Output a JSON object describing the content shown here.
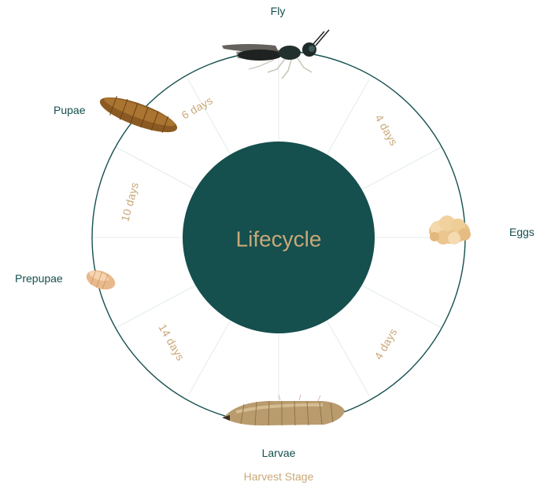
{
  "center": {
    "title": "Lifecycle"
  },
  "stages": {
    "fly": "Fly",
    "eggs": "Eggs",
    "larvae": "Larvae",
    "prepupae": "Prepupae",
    "pupae": "Pupae"
  },
  "harvest_stage": "Harvest Stage",
  "durations": {
    "fly_to_eggs": "4 days",
    "eggs_to_larvae": "4 days",
    "larvae_to_prepupae": "14 days",
    "prepupae_to_pupae": "10 days",
    "pupae_to_fly": "6 days"
  },
  "colors": {
    "teal": "#154f4e",
    "gold": "#c9a878",
    "divider": "#e3ebea"
  },
  "icons": [
    "fly-icon",
    "eggs-icon",
    "larva-icon",
    "prepupa-icon",
    "pupa-icon"
  ]
}
